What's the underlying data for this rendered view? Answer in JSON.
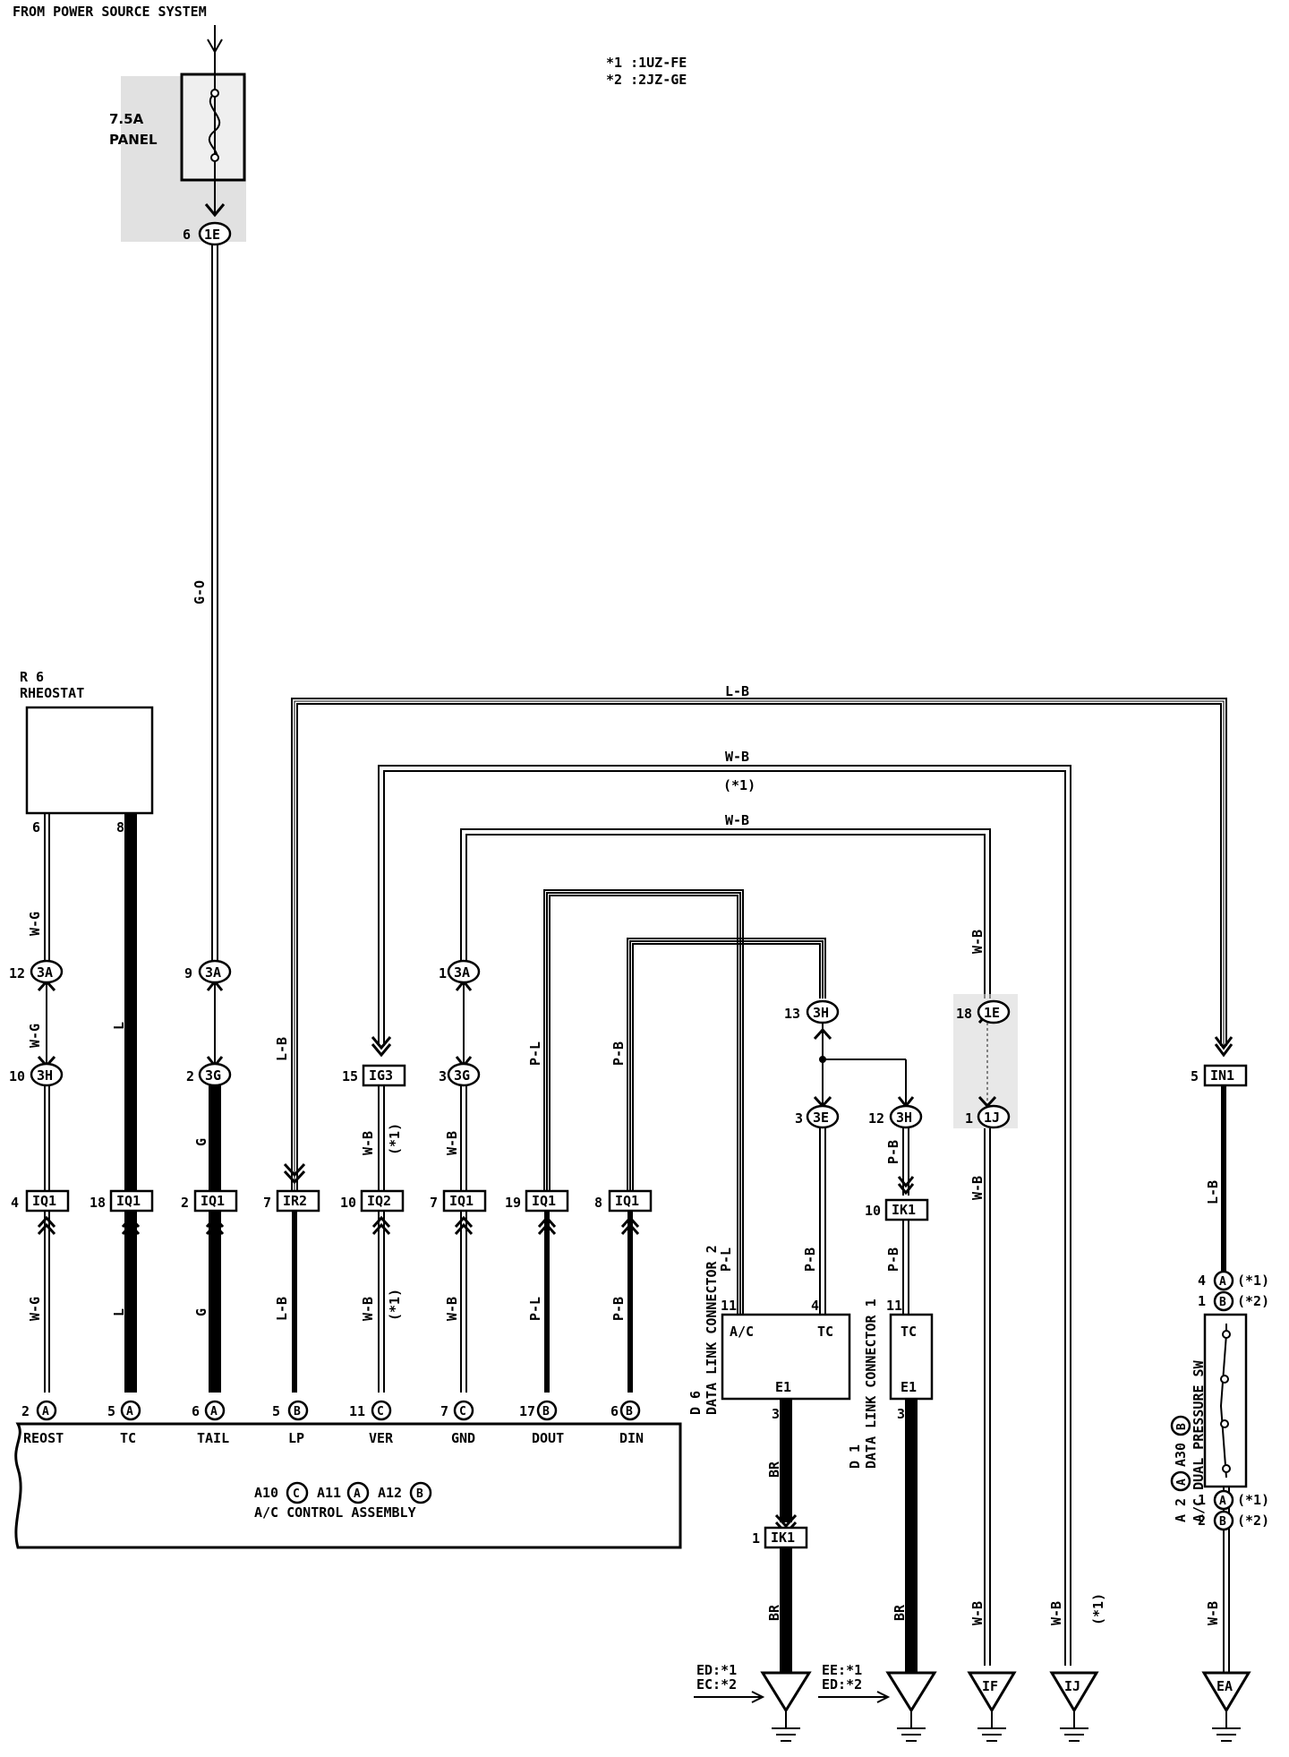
{
  "header": {
    "source": "FROM POWER SOURCE SYSTEM",
    "notes": [
      "*1 :1UZ-FE",
      "*2 :2JZ-GE"
    ]
  },
  "fuse": {
    "rating": "7.5A",
    "name": "PANEL",
    "pin": "6",
    "connector": "1E"
  },
  "wires": {
    "g_o": "G-O",
    "l_b": "L-B",
    "w_b": "W-B",
    "w_g": "W-G",
    "l": "L",
    "g": "G",
    "p_l": "P-L",
    "p_b": "P-B",
    "br": "BR",
    "note1": "(*1)"
  },
  "rheostat": {
    "ref": "R 6",
    "name": "RHEOSTAT",
    "pin_left": "6",
    "pin_right": "8"
  },
  "junctions": [
    {
      "pin": "12",
      "id": "3A"
    },
    {
      "pin": "9",
      "id": "3A"
    },
    {
      "pin": "1",
      "id": "3A"
    },
    {
      "pin": "10",
      "id": "3H"
    },
    {
      "pin": "2",
      "id": "3G"
    },
    {
      "pin": "15",
      "id": "IG3"
    },
    {
      "pin": "3",
      "id": "3G"
    },
    {
      "pin": "13",
      "id": "3H"
    },
    {
      "pin": "3",
      "id": "3E"
    },
    {
      "pin": "12",
      "id": "3H"
    },
    {
      "pin": "18",
      "id": "1E"
    },
    {
      "pin": "1",
      "id": "1J"
    },
    {
      "pin": "5",
      "id": "IN1"
    },
    {
      "pin": "10",
      "id": "IK1"
    },
    {
      "pin": "1",
      "id": "IK1"
    }
  ],
  "inline_connectors": [
    {
      "pin": "4",
      "id": "IQ1"
    },
    {
      "pin": "18",
      "id": "IQ1"
    },
    {
      "pin": "2",
      "id": "IQ1"
    },
    {
      "pin": "7",
      "id": "IR2"
    },
    {
      "pin": "10",
      "id": "IQ2"
    },
    {
      "pin": "7",
      "id": "IQ1"
    },
    {
      "pin": "19",
      "id": "IQ1"
    },
    {
      "pin": "8",
      "id": "IQ1"
    }
  ],
  "ac_control": {
    "terminals": [
      {
        "pin": "2",
        "conn": "A",
        "name": "REOST"
      },
      {
        "pin": "5",
        "conn": "A",
        "name": "TC"
      },
      {
        "pin": "6",
        "conn": "A",
        "name": "TAIL"
      },
      {
        "pin": "5",
        "conn": "B",
        "name": "LP"
      },
      {
        "pin": "11",
        "conn": "C",
        "name": "VER"
      },
      {
        "pin": "7",
        "conn": "C",
        "name": "GND"
      },
      {
        "pin": "17",
        "conn": "B",
        "name": "DOUT"
      },
      {
        "pin": "6",
        "conn": "B",
        "name": "DIN"
      }
    ],
    "conn_ids": [
      "A10",
      "A11",
      "A12"
    ],
    "conn_letters": [
      "C",
      "A",
      "B"
    ],
    "name": "A/C CONTROL ASSEMBLY"
  },
  "dlc2": {
    "ref": "D 6",
    "name": "DATA LINK CONNECTOR 2",
    "pin_ac": "11",
    "pin_tc": "4",
    "pin_e1": "3",
    "t_ac": "A/C",
    "t_tc": "TC",
    "t_e1": "E1"
  },
  "dlc1": {
    "ref": "D 1",
    "name": "DATA LINK CONNECTOR 1",
    "pin_tc": "11",
    "pin_e1": "3",
    "t_tc": "TC",
    "t_e1": "E1"
  },
  "pressure_sw": {
    "ref": "A 2",
    "ref_alt": "A30",
    "name": "A/C DUAL PRESSURE SW",
    "top_pins": [
      {
        "pin": "4",
        "conn": "A",
        "note": "(*1)"
      },
      {
        "pin": "1",
        "conn": "B",
        "note": "(*2)"
      }
    ],
    "bottom_pins": [
      {
        "pin": "1",
        "conn": "A",
        "note": "(*1)"
      },
      {
        "pin": "2",
        "conn": "B",
        "note": "(*2)"
      }
    ]
  },
  "grounds": [
    {
      "id": "",
      "note_a": "ED:*1",
      "note_b": "EC:*2"
    },
    {
      "id": "",
      "note_a": "EE:*1",
      "note_b": "ED:*2"
    },
    {
      "id": "IF"
    },
    {
      "id": "IJ"
    },
    {
      "id": "EA"
    }
  ]
}
